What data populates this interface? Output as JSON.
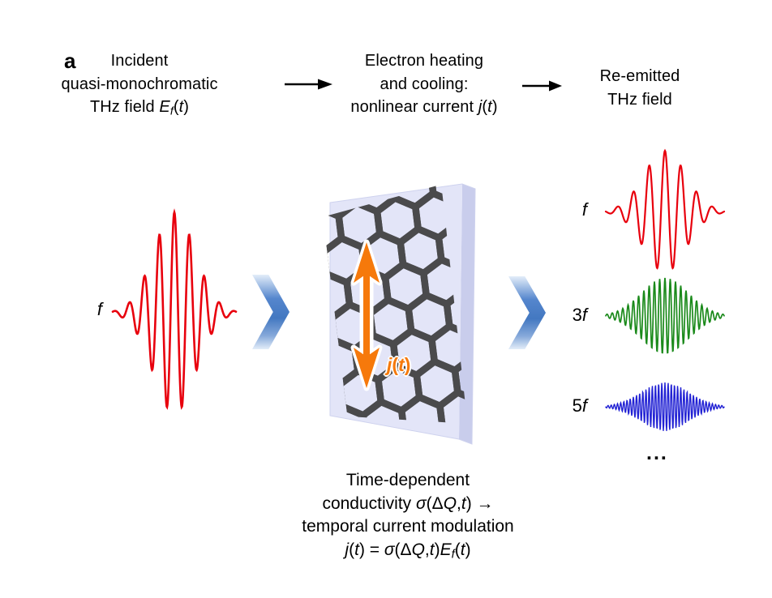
{
  "panel_label": "a",
  "colors": {
    "red": "#e8000d",
    "green": "#1b8a1b",
    "blue": "#2121d4",
    "orange": "#f6790b",
    "lattice": "#3d3d3d",
    "slab_face": "#e3e5f8",
    "slab_side": "#c9cdec",
    "slab_top": "#eef0fa",
    "chevron_light": "#e3edf9",
    "chevron_mid": "#5586cd",
    "chevron_deep": "#4378c1"
  },
  "icons": {
    "flow_arrow": "arrow-right-icon",
    "transfer": "chevron-right-icon"
  },
  "texts": {
    "step1_line1": [
      [
        "n",
        "Incident"
      ]
    ],
    "step1_line2": [
      [
        "n",
        "quasi-monochromatic"
      ]
    ],
    "step1_line3": [
      [
        "n",
        "THz field "
      ],
      [
        "i",
        "E"
      ],
      [
        "s",
        "f"
      ],
      [
        "n",
        "("
      ],
      [
        "i",
        "t"
      ],
      [
        "n",
        ")"
      ]
    ],
    "step2_line1": [
      [
        "n",
        "Electron heating"
      ]
    ],
    "step2_line2": [
      [
        "n",
        "and cooling:"
      ]
    ],
    "step2_line3": [
      [
        "n",
        "nonlinear current "
      ],
      [
        "i",
        "j"
      ],
      [
        "n",
        "("
      ],
      [
        "i",
        "t"
      ],
      [
        "n",
        ")"
      ]
    ],
    "step3_line1": [
      [
        "n",
        "Re-emitted"
      ]
    ],
    "step3_line2": [
      [
        "n",
        "THz field"
      ]
    ],
    "caption_line1": [
      [
        "n",
        "Time-dependent"
      ]
    ],
    "caption_line2": [
      [
        "n",
        "conductivity "
      ],
      [
        "i",
        "σ"
      ],
      [
        "n",
        "(Δ"
      ],
      [
        "i",
        "Q"
      ],
      [
        "n",
        ","
      ],
      [
        "i",
        "t"
      ],
      [
        "n",
        ") →"
      ]
    ],
    "caption_line3": [
      [
        "n",
        "temporal current modulation"
      ]
    ],
    "caption_line4": [
      [
        "i",
        "j"
      ],
      [
        "n",
        "("
      ],
      [
        "i",
        "t"
      ],
      [
        "n",
        ") = "
      ],
      [
        "i",
        "σ"
      ],
      [
        "n",
        "(Δ"
      ],
      [
        "i",
        "Q"
      ],
      [
        "n",
        ","
      ],
      [
        "i",
        "t"
      ],
      [
        "n",
        ")"
      ],
      [
        "i",
        "E"
      ],
      [
        "s",
        "f"
      ],
      [
        "n",
        "("
      ],
      [
        "i",
        "t"
      ],
      [
        "n",
        ")"
      ]
    ],
    "current_label": [
      [
        "i",
        "j"
      ],
      [
        "n",
        "("
      ],
      [
        "i",
        "t"
      ],
      [
        "n",
        ")"
      ]
    ],
    "ellipsis": [
      [
        "n",
        "..."
      ]
    ]
  },
  "waves": {
    "incident": {
      "label": [
        [
          "i",
          "f"
        ]
      ],
      "color": "red",
      "harmonic": 1
    },
    "emitted": [
      {
        "label": [
          [
            "i",
            "f"
          ]
        ],
        "color": "red",
        "harmonic": 1
      },
      {
        "label": [
          [
            "n",
            "3"
          ],
          [
            "i",
            "f"
          ]
        ],
        "color": "green",
        "harmonic": 3
      },
      {
        "label": [
          [
            "n",
            "5"
          ],
          [
            "i",
            "f"
          ]
        ],
        "color": "blue",
        "harmonic": 5
      }
    ]
  }
}
